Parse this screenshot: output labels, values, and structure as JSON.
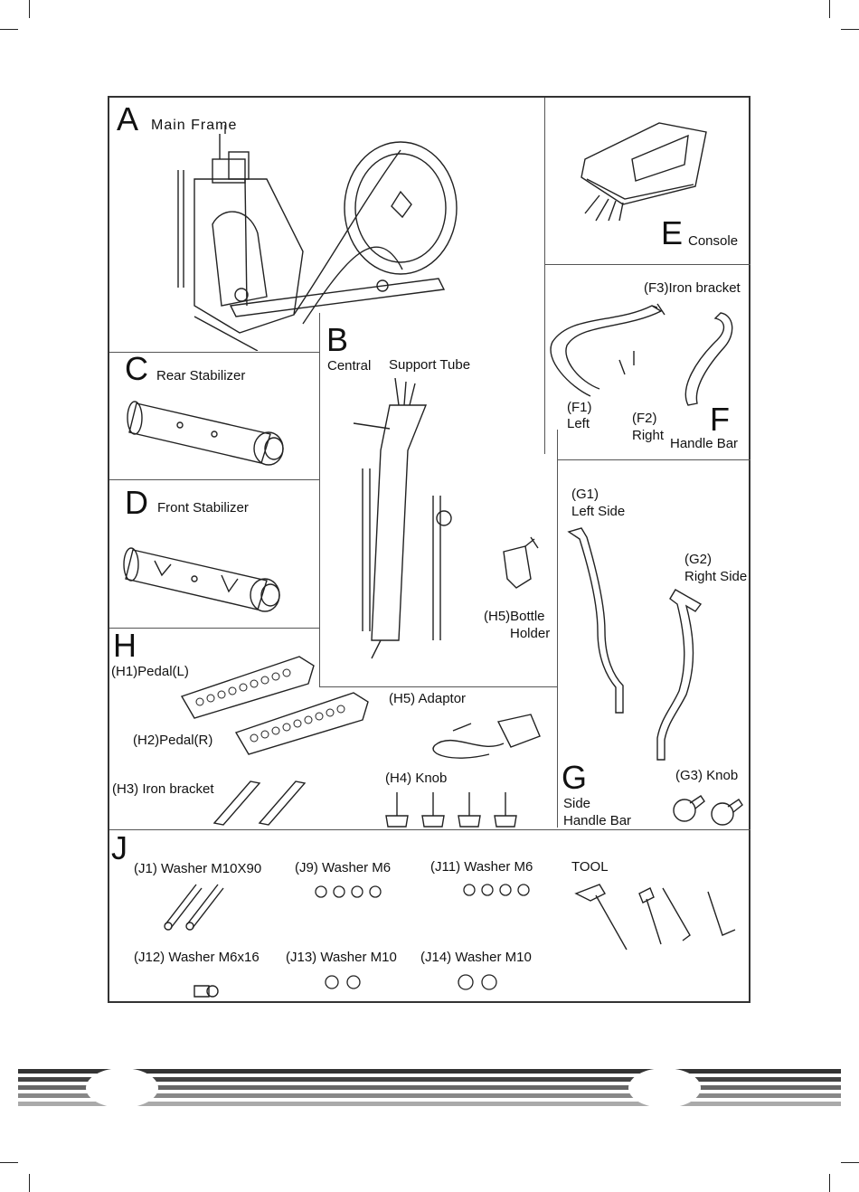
{
  "sections": {
    "A": {
      "letter": "A",
      "label": "Main Frame"
    },
    "B": {
      "letter": "B",
      "label1": "Central",
      "label2": "Support Tube"
    },
    "C": {
      "letter": "C",
      "label": "Rear Stabilizer"
    },
    "D": {
      "letter": "D",
      "label": "Front Stabilizer"
    },
    "E": {
      "letter": "E",
      "label": "Console"
    },
    "F": {
      "letter": "F",
      "label": "Handle Bar",
      "f1a": "(F1)",
      "f1b": "Left",
      "f2a": "(F2)",
      "f2b": "Right",
      "f3": "(F3)Iron bracket"
    },
    "G": {
      "letter": "G",
      "label1": "Side",
      "label2": "Handle Bar",
      "g1a": "(G1)",
      "g1b": "Left Side",
      "g2a": "(G2)",
      "g2b": "Right Side",
      "g3": "(G3) Knob"
    },
    "H": {
      "letter": "H",
      "h1": "(H1)Pedal(L)",
      "h2": "(H2)Pedal(R)",
      "h3": "(H3) Iron bracket",
      "h4": "(H4) Knob",
      "h5a": "(H5) Adaptor",
      "h5b1": "(H5)Bottle",
      "h5b2": "Holder"
    },
    "J": {
      "letter": "J",
      "j1": "(J1) Washer M10X90",
      "j9": "(J9) Washer M6",
      "j11": "(J11) Washer M6",
      "tool": "TOOL",
      "j12": "(J12) Washer M6x16",
      "j13": "(J13) Washer M10",
      "j14": "(J14) Washer M10"
    }
  }
}
